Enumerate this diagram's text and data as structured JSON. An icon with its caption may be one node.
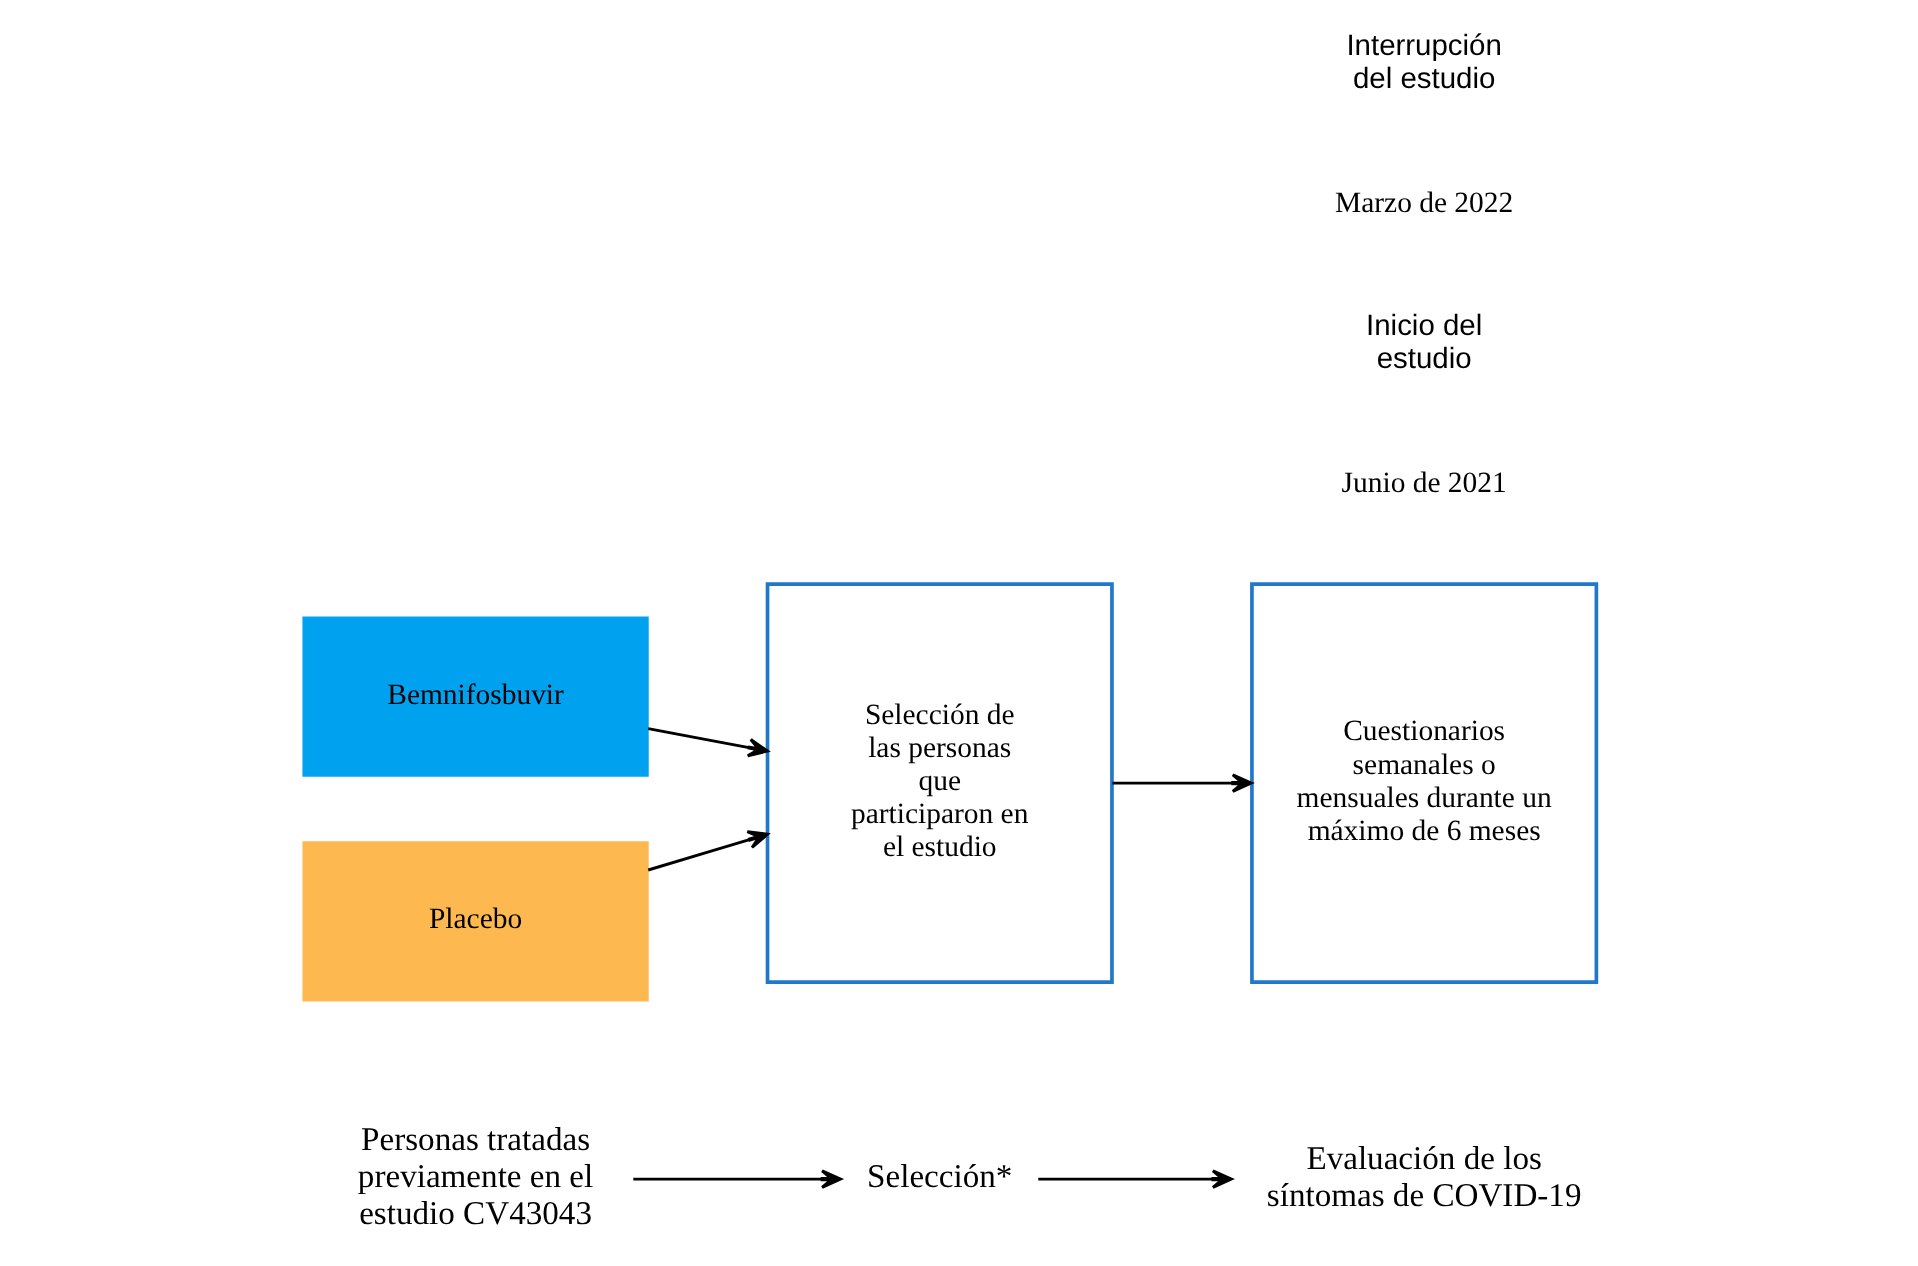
{
  "diagram": {
    "nodes": [
      {
        "text": [
          "Personas tratadas previamente en el estudio CV43043"
        ]
      },
      {
        "text": [
          "Selección*"
        ]
      },
      {
        "text": [
          "Evaluación de los síntomas de COVID-19"
        ]
      },
      {
        "text": [
          "Bemnifosbuvir"
        ]
      },
      {
        "text": [
          "Placebo"
        ]
      },
      {
        "text": [
          "Selección de las personas que participaron en el estudio"
        ]
      },
      {
        "text": [
          "Cuestionarios semanales o mensuales durante un máximo de 6 meses"
        ]
      }
    ],
    "edges": [
      {
        "from": 0,
        "to": 1,
        "arrow": "to"
      },
      {
        "from": 1,
        "to": 2,
        "arrow": "to"
      },
      {
        "from": 3,
        "to": 5,
        "arrow": "to"
      },
      {
        "from": 4,
        "to": 5,
        "arrow": "to"
      },
      {
        "from": 5,
        "to": 6,
        "arrow": "to"
      }
    ],
    "labels": [
      "Junio de 2021",
      "Inicio del estudio",
      "Marzo de 2022",
      "Interrupción del estudio"
    ]
  }
}
